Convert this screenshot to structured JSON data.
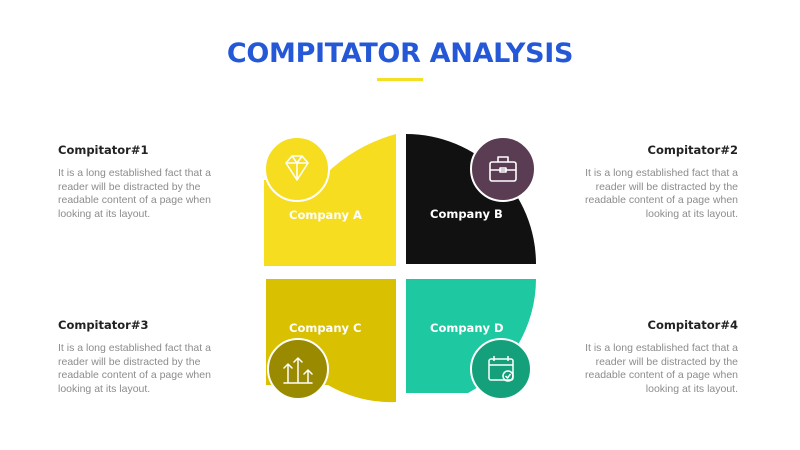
{
  "title": "COMPITATOR ANALYSIS",
  "colors": {
    "title": "#2458d6",
    "accent_bar": "#f3df26",
    "company_a": "#f6dd20",
    "company_b": "#111111",
    "company_c": "#d9c000",
    "company_d": "#1ec8a0",
    "icon_a": "#f6dd20",
    "icon_b": "#5a3d52",
    "icon_c": "#9a8a00",
    "icon_d": "#15a07c"
  },
  "competitors": [
    {
      "heading": "Compitator#1",
      "body": "It is a long established fact that a reader will be distracted by the readable content of a page when looking at its layout."
    },
    {
      "heading": "Compitator#2",
      "body": "It is a long established fact that a reader will be distracted by the readable content of a page when looking at its layout."
    },
    {
      "heading": "Compitator#3",
      "body": "It is a long established fact that a reader will be distracted by the readable content of a page when looking at its layout."
    },
    {
      "heading": "Compitator#4",
      "body": "It is a long established fact that a reader will be distracted by the readable content of a page when looking at its layout."
    }
  ],
  "quadrants": [
    {
      "label": "Company A",
      "icon": "diamond-icon"
    },
    {
      "label": "Company B",
      "icon": "briefcase-icon"
    },
    {
      "label": "Company C",
      "icon": "growth-chart-icon"
    },
    {
      "label": "Company D",
      "icon": "calendar-check-icon"
    }
  ]
}
